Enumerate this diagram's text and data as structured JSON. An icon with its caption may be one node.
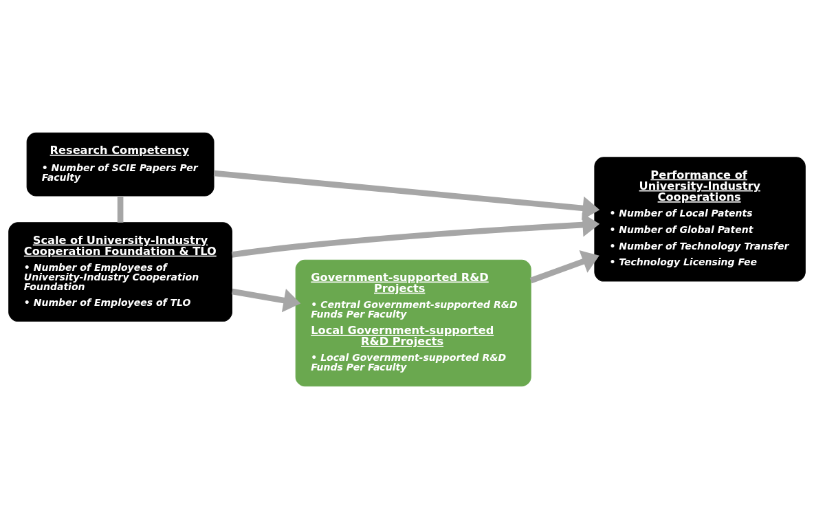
{
  "diagram": {
    "nodes": [
      {
        "text": [
          "Research Competency",
          "• Number of SCIE Papers Per Faculty"
        ]
      },
      {
        "text": [
          "Scale of University-Industry Cooperation Foundation & TLO",
          "• Number of Employees of University-Industry Cooperation Foundation",
          "• Number of Employees of TLO"
        ]
      },
      {
        "text": [
          "Performance of University-Industry Cooperations",
          "• Number of Local Patents",
          "• Number of Global Patent",
          "• Number of Technology Transfer",
          "• Technology Licensing Fee"
        ]
      },
      {
        "text": [
          "Government-supported R&D Projects",
          "• Central Government-supported R&D Funds Per Faculty",
          "Local Government-supported R&D Projects",
          "• Local Government-supported R&D Funds Per Faculty"
        ]
      }
    ],
    "edges": [
      {
        "from": 0,
        "to": 1,
        "arrow": "none"
      },
      {
        "from": 0,
        "to": 2,
        "arrow": "to"
      },
      {
        "from": 1,
        "to": 2,
        "arrow": "to"
      },
      {
        "from": 1,
        "to": 3,
        "arrow": "to"
      },
      {
        "from": 3,
        "to": 2,
        "arrow": "to"
      }
    ]
  }
}
